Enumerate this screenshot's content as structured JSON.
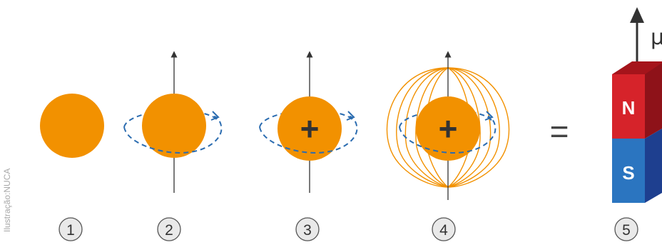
{
  "credit": "Ilustração:NUCA",
  "colors": {
    "particle": "#F29100",
    "axis": "#333333",
    "spin_loop": "#2B6CB0",
    "field_lines": "#F29100",
    "north_pole": "#D6232A",
    "south_pole": "#2B75C0"
  },
  "stages": [
    {
      "number": "1",
      "icon": "plain-particle"
    },
    {
      "number": "2",
      "icon": "spinning-particle"
    },
    {
      "number": "3",
      "icon": "positive-spinning-particle",
      "sign": "+"
    },
    {
      "number": "4",
      "icon": "magnetic-field-particle",
      "sign": "+"
    },
    {
      "number": "5",
      "icon": "bar-magnet"
    }
  ],
  "equals_sign": "=",
  "magnet": {
    "north_label": "N",
    "south_label": "S",
    "moment_symbol": "μ"
  }
}
